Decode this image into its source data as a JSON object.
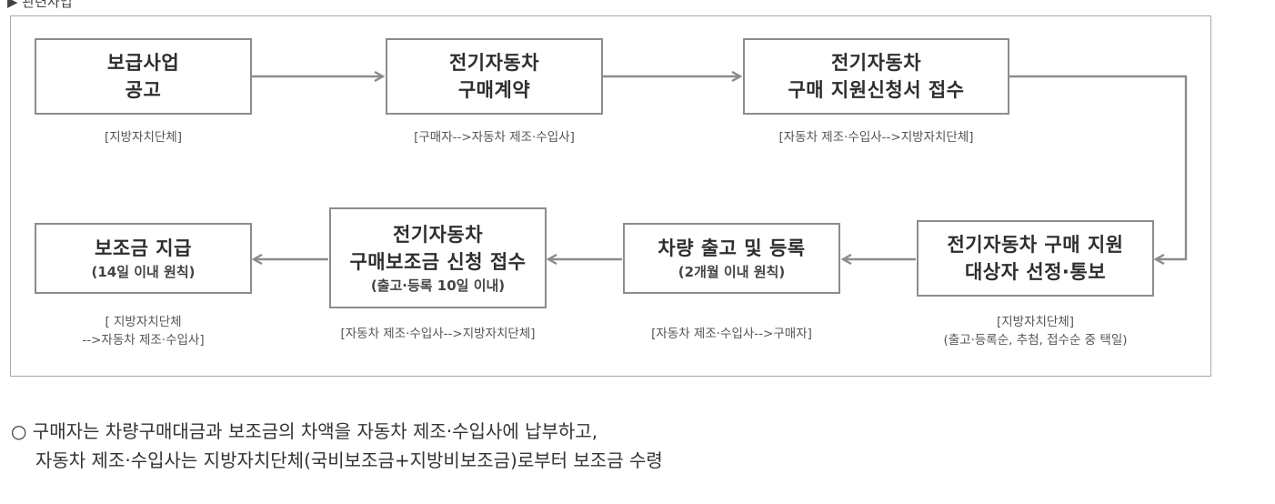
{
  "header_fragment": "▶ 관련사업",
  "steps": [
    {
      "title_lines": [
        "보급사업",
        "공고"
      ],
      "sub": "",
      "caption_lines": [
        "[지방자치단체]"
      ]
    },
    {
      "title_lines": [
        "전기자동차",
        "구매계약"
      ],
      "sub": "",
      "caption_lines": [
        "[구매자-->자동차 제조·수입사]"
      ]
    },
    {
      "title_lines": [
        "전기자동차",
        "구매 지원신청서 접수"
      ],
      "sub": "",
      "caption_lines": [
        "[자동차 제조·수입사-->지방자치단체]"
      ]
    },
    {
      "title_lines": [
        "전기자동차 구매 지원",
        "대상자 선정·통보"
      ],
      "sub": "",
      "caption_lines": [
        "[지방자치단체]",
        "(출고·등록순, 추첨, 접수순 중 택일)"
      ]
    },
    {
      "title_lines": [
        "차량 출고 및 등록"
      ],
      "sub": "(2개월 이내 원칙)",
      "caption_lines": [
        "[자동차 제조·수입사-->구매자]"
      ]
    },
    {
      "title_lines": [
        "전기자동차",
        "구매보조금 신청 접수"
      ],
      "sub": "(출고·등록 10일 이내)",
      "caption_lines": [
        "[자동차 제조·수입사-->지방자치단체]"
      ]
    },
    {
      "title_lines": [
        "보조금 지급"
      ],
      "sub": "(14일 이내 원칙)",
      "caption_lines": [
        "[ 지방자치단체",
        "-->자동차 제조·수입사]"
      ]
    }
  ],
  "note": {
    "line1": "○ 구매자는 차량구매대금과 보조금의 차액을 자동차 제조·수입사에 납부하고,",
    "line2": "자동차 제조·수입사는 지방자치단체(국비보조금+지방비보조금)로부터 보조금 수령"
  }
}
